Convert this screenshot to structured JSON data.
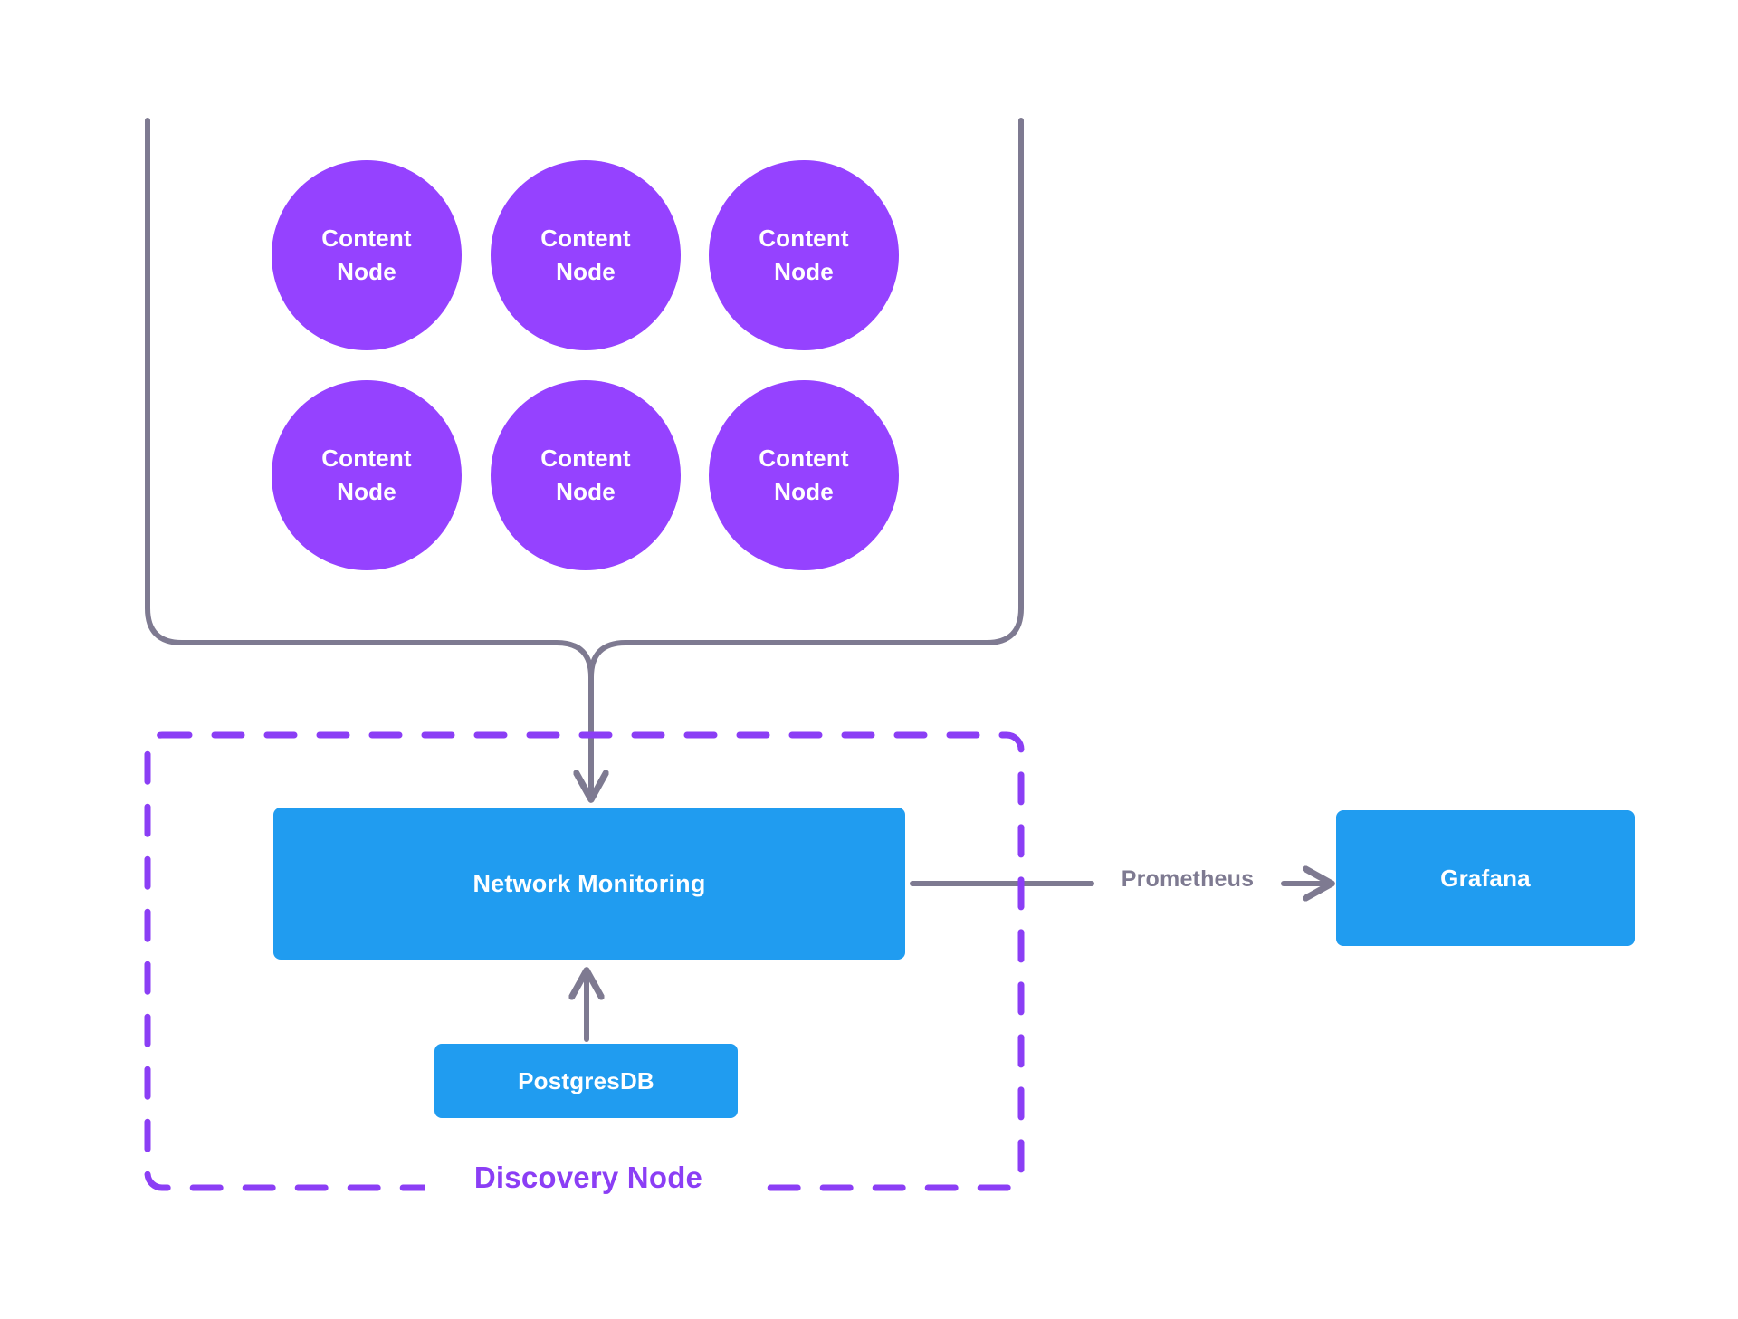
{
  "diagram": {
    "title_label": "Discovery Node",
    "colors": {
      "content_node_fill": "#9542FF",
      "service_box_fill": "#209CF0",
      "dashed_border": "#8B3EF5",
      "connector_gray": "#7E7A91",
      "background": "#FFFFFF",
      "node_text": "#FFFFFF"
    },
    "content_nodes": [
      {
        "line1": "Content",
        "line2": "Node"
      },
      {
        "line1": "Content",
        "line2": "Node"
      },
      {
        "line1": "Content",
        "line2": "Node"
      },
      {
        "line1": "Content",
        "line2": "Node"
      },
      {
        "line1": "Content",
        "line2": "Node"
      },
      {
        "line1": "Content",
        "line2": "Node"
      }
    ],
    "services": {
      "network_monitoring": "Network Monitoring",
      "postgres": "PostgresDB",
      "grafana": "Grafana"
    },
    "edges": {
      "prometheus_label": "Prometheus"
    }
  }
}
